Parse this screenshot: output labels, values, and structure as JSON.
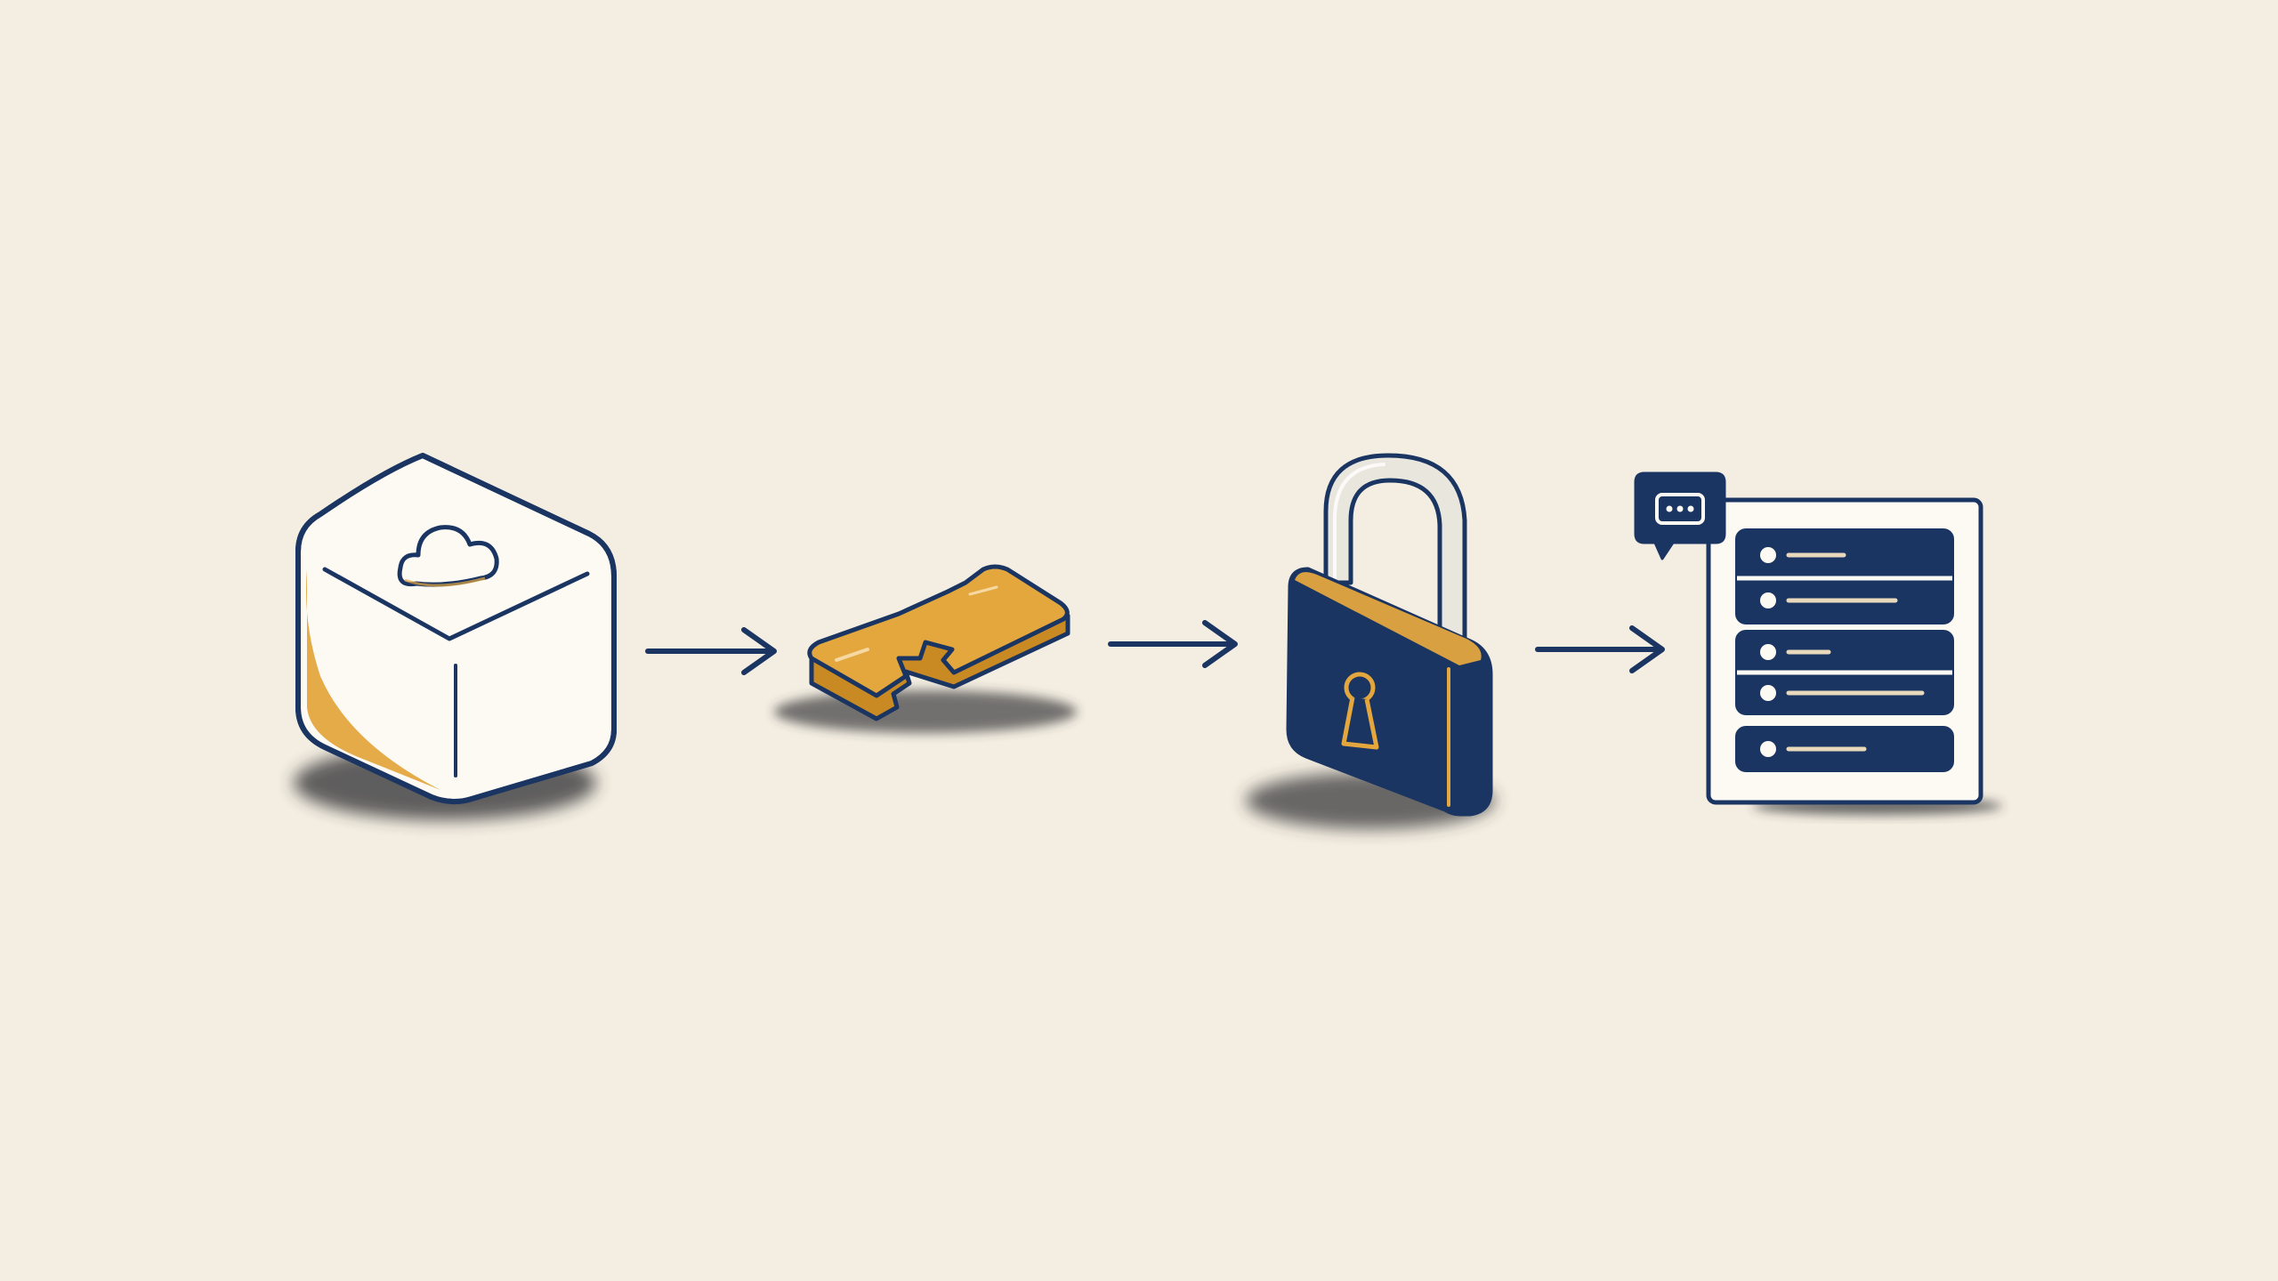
{
  "colors": {
    "background": "#f4eee2",
    "navy": "#1b3563",
    "gold": "#e3a73e",
    "paper": "#fcfaf3",
    "shadow": "#2e2e32",
    "shackle": "#e9e6de"
  },
  "flow": {
    "steps": [
      {
        "id": "cloud-cube",
        "icon": "cloud-cube-icon"
      },
      {
        "id": "broken-fragment",
        "icon": "broken-fragment-icon"
      },
      {
        "id": "padlock",
        "icon": "padlock-icon"
      },
      {
        "id": "document-list",
        "icon": "document-list-icon"
      }
    ],
    "connectors": [
      "arrow-right-icon",
      "arrow-right-icon",
      "arrow-right-icon"
    ],
    "badge": {
      "icon": "chat-bubble-icon"
    },
    "document_rows": 5
  }
}
